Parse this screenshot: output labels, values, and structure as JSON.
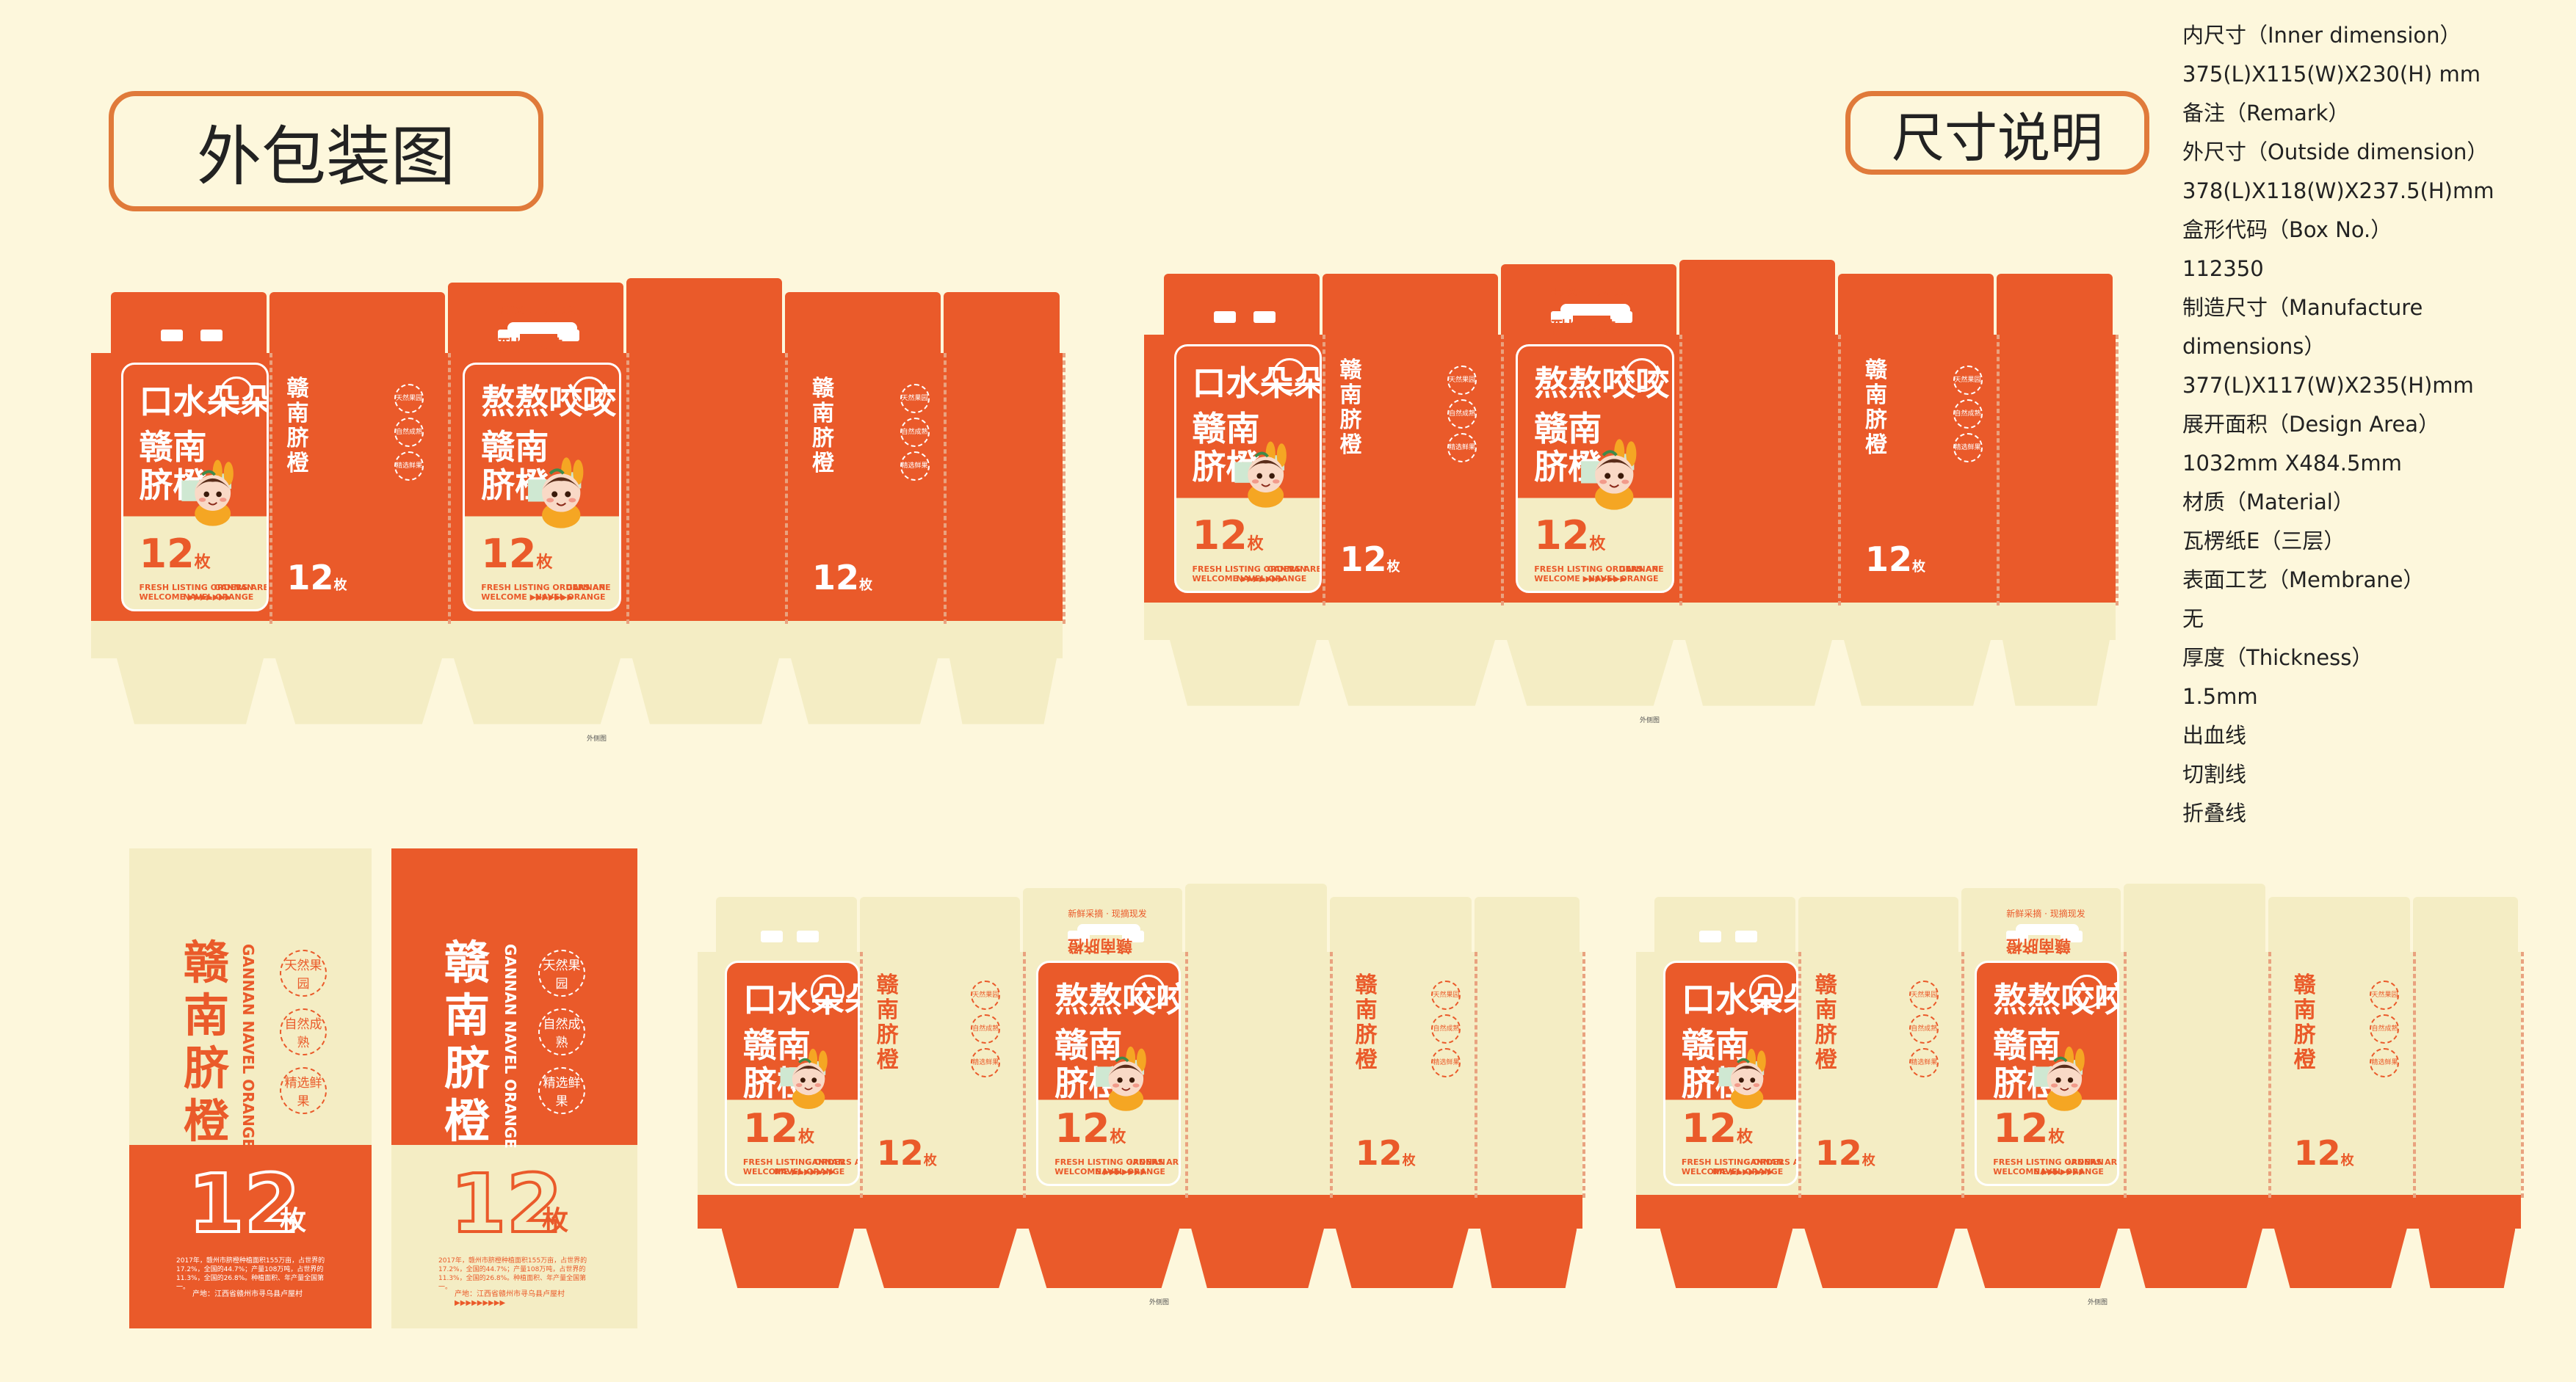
{
  "headings": {
    "outer_package": "外包装图",
    "size_description": "尺寸说明"
  },
  "spec": {
    "lines": [
      "内尺寸（Inner dimension）",
      "375(L)X115(W)X230(H) mm",
      "备注（Remark）",
      "外尺寸（Outside dimension）",
      "378(L)X118(W)X237.5(H)mm",
      "盒形代码（Box No.）",
      "112350",
      "制造尺寸（Manufacture",
      "dimensions）",
      "377(L)X117(W)X235(H)mm",
      "展开面积（Design Area）",
      "1032mm X484.5mm",
      "材质（Material）",
      "瓦楞纸E（三层）",
      "表面工艺（Membrane）",
      "无",
      "厚度（Thickness）",
      "1.5mm",
      "出血线",
      "切割线",
      "折叠线"
    ]
  },
  "box": {
    "slogan_a": "口水朵朵跌",
    "slogan_b": "熬熬咬咬",
    "brand": "赣南脐橙",
    "count": "12",
    "count_unit": "枚",
    "fresh_line1": "FRESH LISTING ORDERS ARE",
    "fresh_line2": "WELCOME ▶▶▶▶▶▶▶",
    "gannan_line1": "GANNAN",
    "gannan_line2": "NAVEL ORANGE",
    "side_title": "赣南脐橙",
    "side_english": "GANNAN NAVEL ORANGE",
    "badge1": "天然果园",
    "badge2": "自然成熟",
    "badge3": "精选鲜果",
    "top_small": "新鲜采摘 · 现摘现发",
    "top_reversed": "赣南脐橙",
    "caption": "外侧图",
    "side_note": "2017年，赣州市脐橙种植面积155万亩，占世界的17.2%，全国的44.7%；产量108万吨，占世界的11.3%，全国的26.8%。种植面积、年产量全国第一。",
    "origin": "产地：江西省赣州市寻乌县卢屋村",
    "origin_short": "产地：江西省赣州市寻乌县卢屋村",
    "arrows": "▶▶▶▶▶▶▶▶▶"
  },
  "colors": {
    "orange": "#ea5a2a",
    "cream": "#f4edc4",
    "background": "#fdf7dc",
    "heading_border": "#e07a3a"
  }
}
